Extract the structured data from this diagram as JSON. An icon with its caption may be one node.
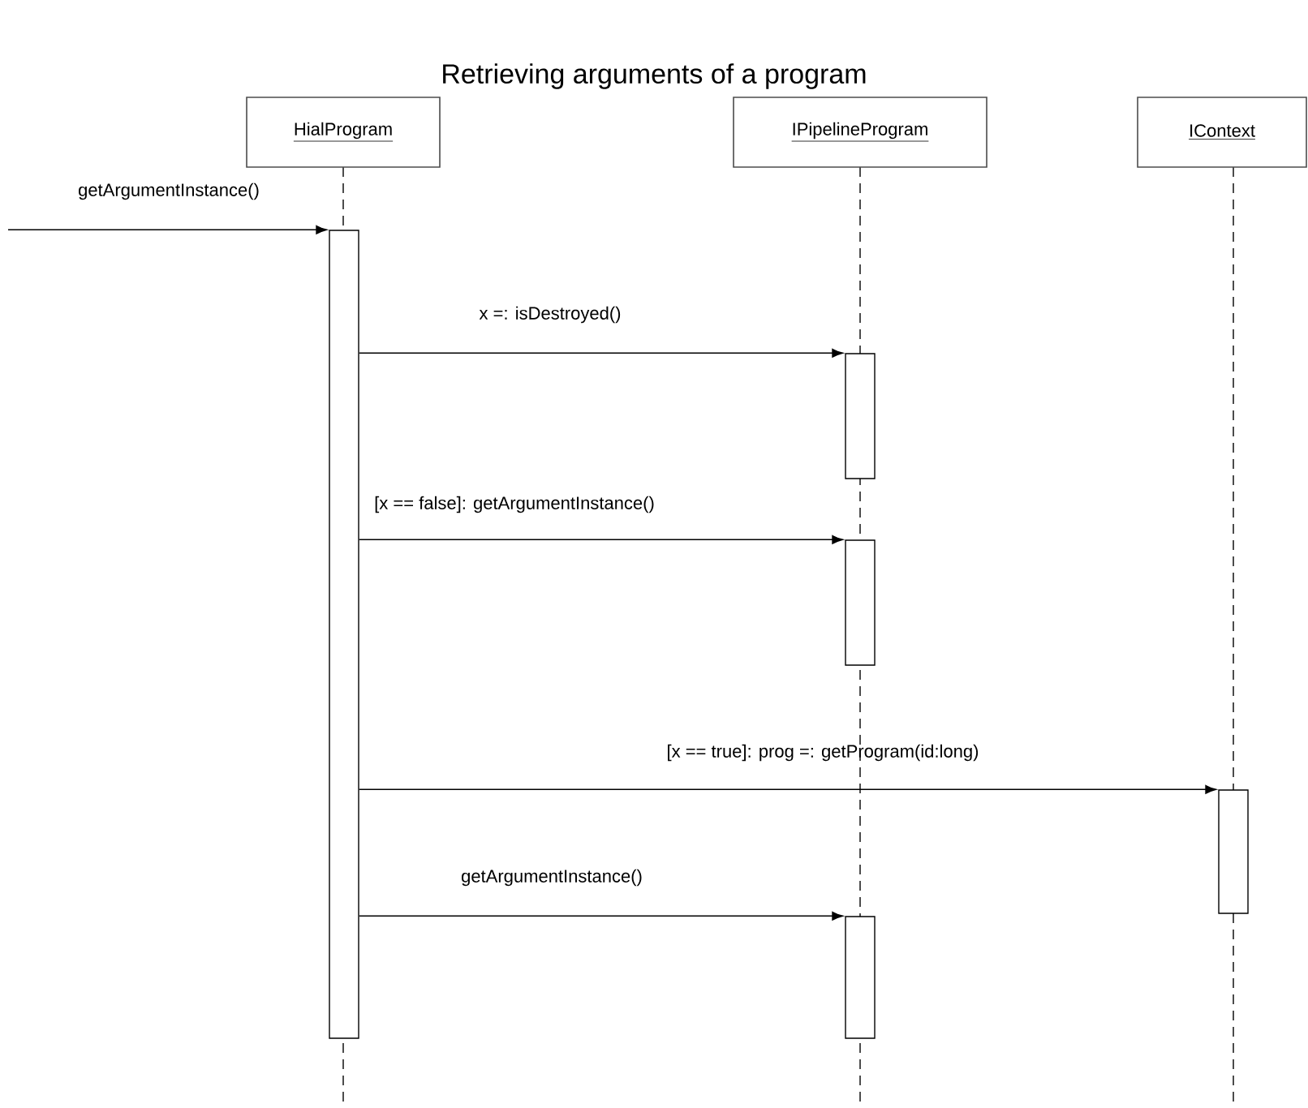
{
  "diagram": {
    "title": "Retrieving arguments of a program",
    "nodes": [
      {
        "text": [
          "HialProgram"
        ]
      },
      {
        "text": [
          "IPipelineProgram"
        ]
      },
      {
        "text": [
          "IContext"
        ]
      },
      {
        "text": [],
        "shape": "bar"
      },
      {
        "text": [],
        "shape": "bar"
      },
      {
        "text": [],
        "shape": "bar"
      },
      {
        "text": [],
        "shape": "bar"
      },
      {
        "text": [],
        "shape": "bar"
      }
    ],
    "edges": [
      {
        "from": null,
        "to": 3,
        "arrow": "to",
        "label": "getArgumentInstance()"
      },
      {
        "from": 3,
        "to": 4,
        "arrow": "to",
        "label": "x =: isDestroyed()"
      },
      {
        "from": 3,
        "to": 5,
        "arrow": "to",
        "label": "[x == false]: getArgumentInstance()"
      },
      {
        "from": 3,
        "to": 6,
        "arrow": "to",
        "label": "[x == true]: prog =: getProgram(id:long)"
      },
      {
        "from": 3,
        "to": 7,
        "arrow": "to",
        "label": "getArgumentInstance()"
      }
    ]
  }
}
